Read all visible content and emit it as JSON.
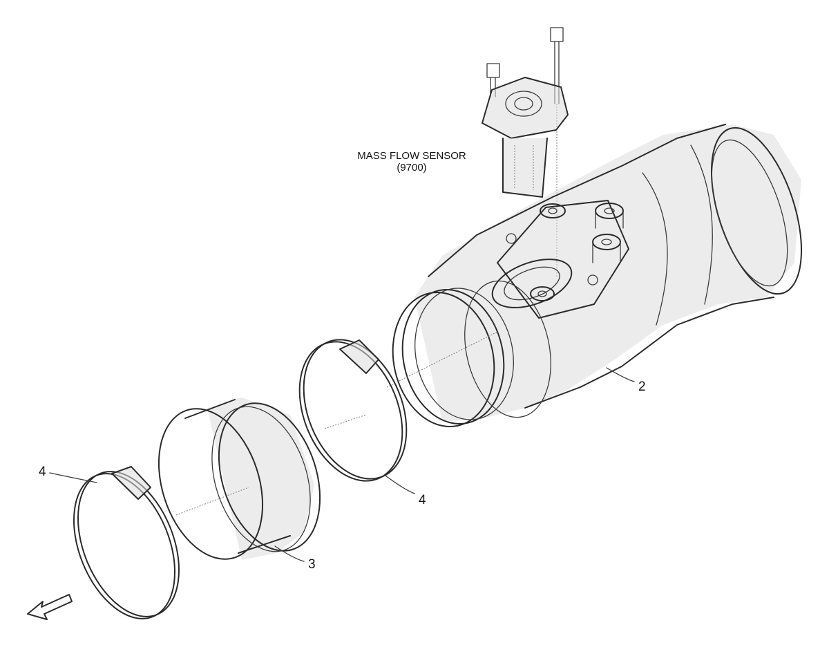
{
  "sensor_label": {
    "line1": "MASS FLOW SENSOR",
    "line2": "(9700)"
  },
  "callouts": [
    {
      "id": "2",
      "text": "2"
    },
    {
      "id": "3",
      "text": "3"
    },
    {
      "id": "4a",
      "text": "4"
    },
    {
      "id": "4b",
      "text": "4"
    }
  ],
  "colors": {
    "line": "#2a2a2a",
    "shade": "#dcdcdc"
  }
}
